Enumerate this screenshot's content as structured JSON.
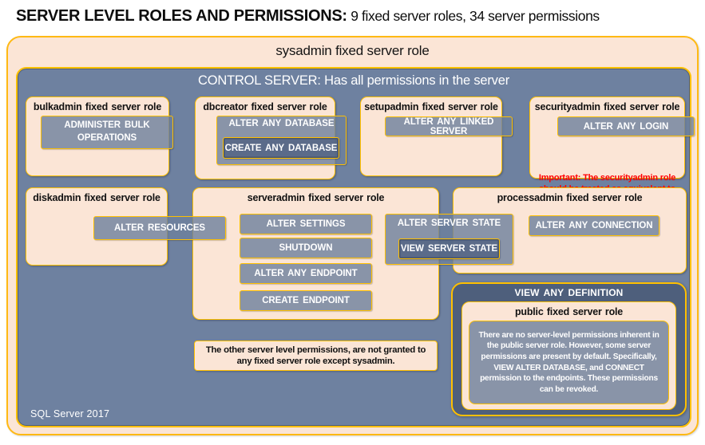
{
  "title": {
    "main": "SERVER LEVEL ROLES AND PERMISSIONS:",
    "sub": " 9 fixed server roles, 34 server permissions"
  },
  "sysadmin": {
    "label": "sysadmin fixed server role"
  },
  "control": {
    "label": "CONTROL SERVER: Has all permissions in the server"
  },
  "roles": {
    "bulkadmin": {
      "label": "bulkadmin fixed server role",
      "permission": "ADMINISTER BULK OPERATIONS"
    },
    "dbcreator": {
      "label": "dbcreator fixed server role",
      "outer_permission": "ALTER ANY DATABASE",
      "inner_permission": "CREATE ANY DATABASE"
    },
    "setupadmin": {
      "label": "setupadmin fixed server role",
      "permission": "ALTER ANY LINKED SERVER"
    },
    "securityadmin": {
      "label": "securityadmin fixed server role",
      "permission": "ALTER ANY LOGIN",
      "warning": "Important: The securityadmin role should be treated as equivalent to the sysadmin role."
    },
    "diskadmin": {
      "label": "diskadmin fixed server role",
      "permission": "ALTER RESOURCES"
    },
    "serveradmin": {
      "label": "serveradmin fixed server role",
      "permissions": [
        "ALTER SETTINGS",
        "SHUTDOWN",
        "ALTER ANY ENDPOINT",
        "CREATE ENDPOINT"
      ]
    },
    "server_state": {
      "outer": "ALTER SERVER STATE",
      "inner": "VIEW SERVER STATE"
    },
    "processadmin": {
      "label": "processadmin fixed server role",
      "permission": "ALTER ANY CONNECTION"
    },
    "public": {
      "container_label": "VIEW ANY DEFINITION",
      "label": "public fixed server role",
      "description": "There are no server-level permissions inherent in the public server role. However, some server permissions are present by default. Specifically, VIEW ALTER DATABASE, and CONNECT permission to the endpoints. These permissions can be revoked."
    }
  },
  "note": "The other server level permissions, are not granted to any fixed server role except sysadmin.",
  "footer": "SQL Server 2017",
  "colors": {
    "peach": "#FBE5D6",
    "gold_border": "#FFC000",
    "slate_fill": "#6E81A0",
    "dark_slate_fill": "#4E5F7C",
    "permission_fill": "#8994A8",
    "warning_red": "#FF0000"
  }
}
